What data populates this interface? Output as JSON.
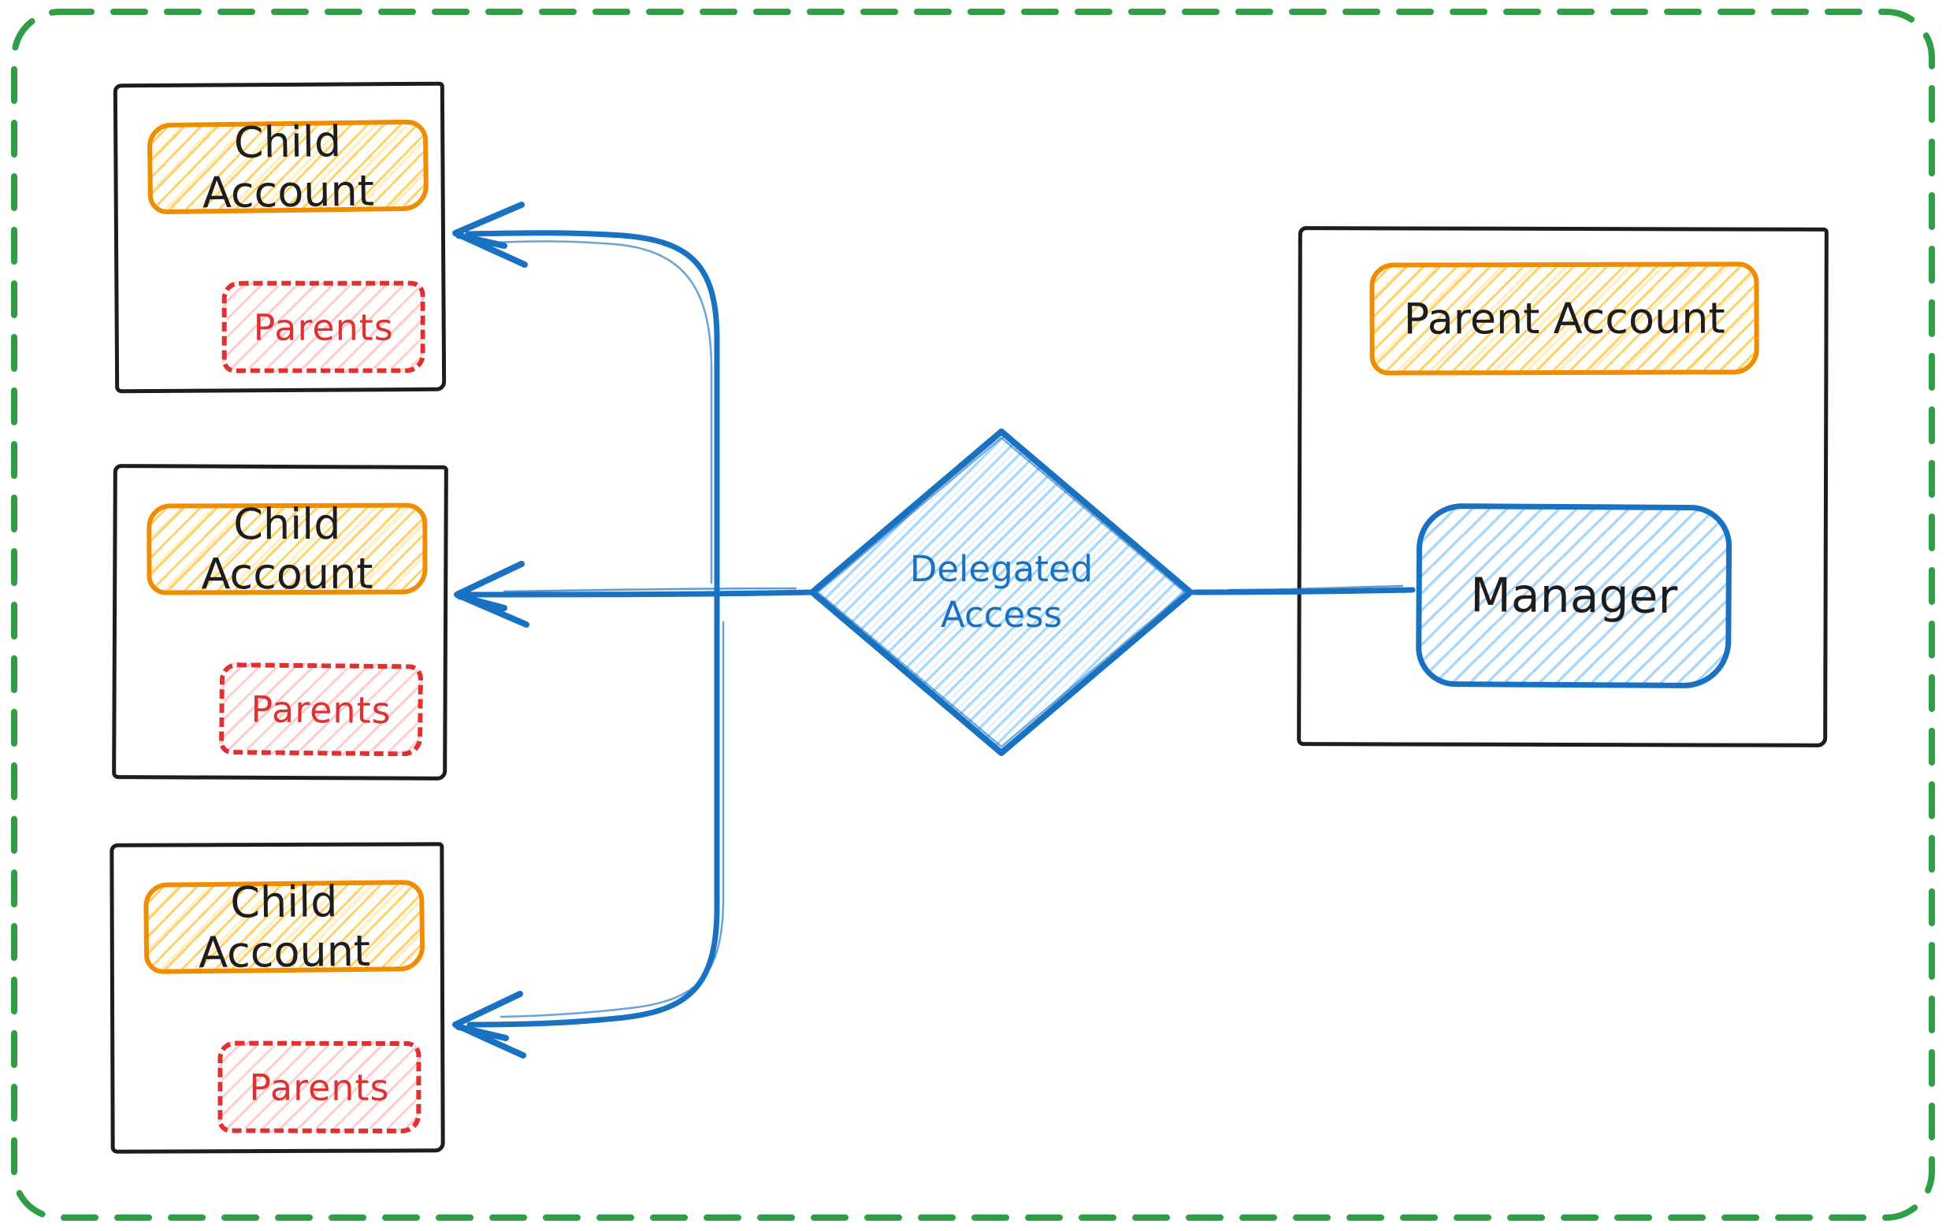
{
  "diagram": {
    "child_accounts": [
      {
        "title": "Child Account",
        "tag": "Parents"
      },
      {
        "title": "Child Account",
        "tag": "Parents"
      },
      {
        "title": "Child Account",
        "tag": "Parents"
      }
    ],
    "parent_account": {
      "title": "Parent Account",
      "manager": "Manager"
    },
    "decision": {
      "line1": "Delegated",
      "line2": "Access"
    }
  },
  "colors": {
    "frame_green": "#2f9e44",
    "stroke_black": "#1d1d1d",
    "accent_orange": "#f08c00",
    "accent_red": "#e03131",
    "accent_blue": "#1971c2",
    "hatch_yellow": "#ffd43b",
    "hatch_pink": "#ffc9c9",
    "hatch_blue": "#a5d8ff"
  }
}
